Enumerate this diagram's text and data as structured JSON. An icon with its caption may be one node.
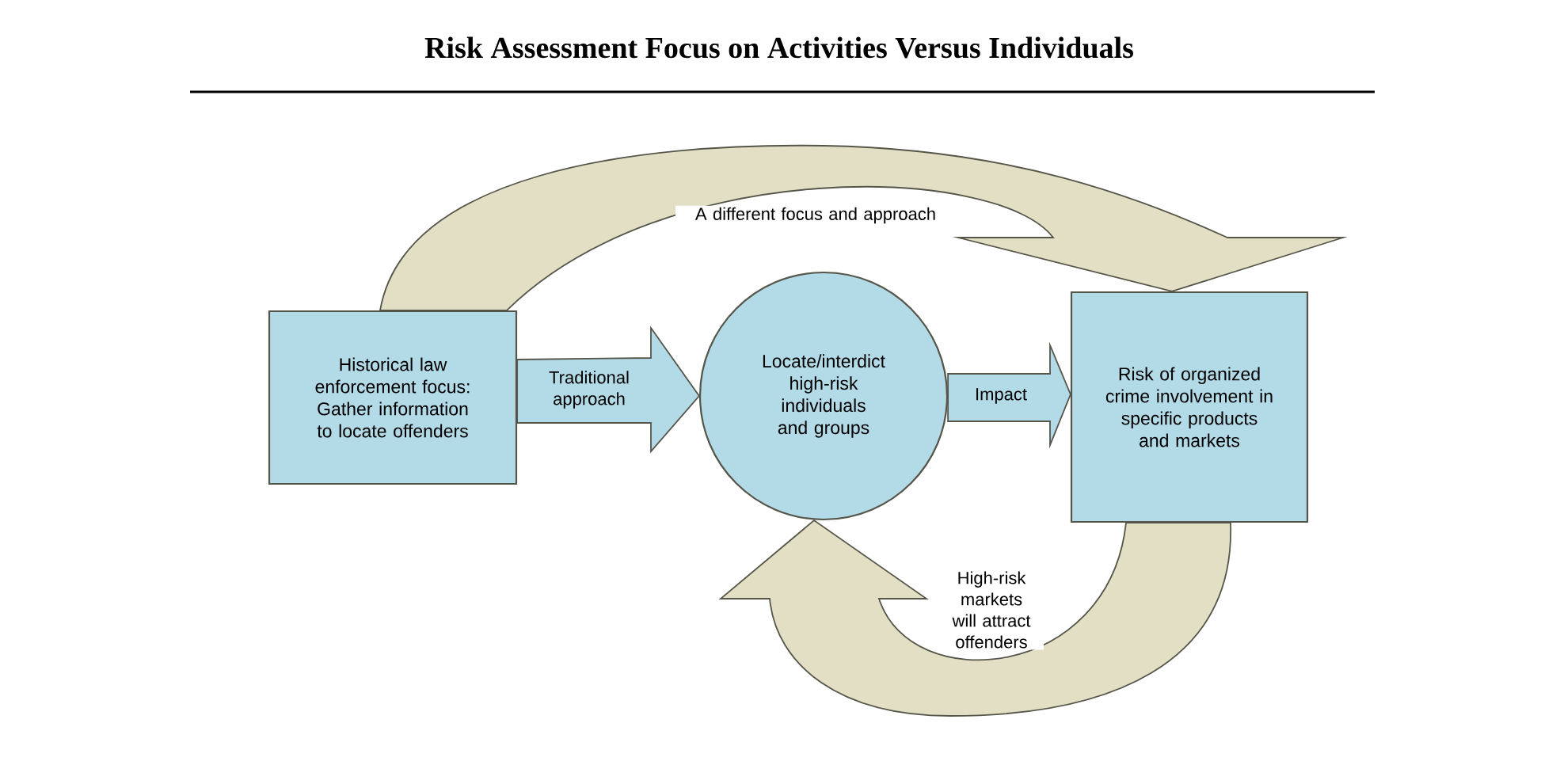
{
  "diagram": {
    "title": "Risk Assessment Focus on Activities Versus Individuals",
    "nodes": [
      {
        "text": [
          "Historical law enforcement focus: Gather information to locate offenders"
        ]
      },
      {
        "text": [
          "Locate/interdict high-risk individuals and groups"
        ]
      },
      {
        "text": [
          "Risk of organized crime involvement in specific products and markets"
        ]
      }
    ],
    "edges": [
      {
        "from": 0,
        "to": 1,
        "arrow": "to",
        "label": "Traditional approach"
      },
      {
        "from": 1,
        "to": 2,
        "arrow": "to",
        "label": "Impact"
      },
      {
        "from": 0,
        "to": 2,
        "arrow": "to",
        "label": "A different focus and approach"
      },
      {
        "from": 2,
        "to": 1,
        "arrow": "to",
        "label": "High-risk markets will attract offenders"
      }
    ]
  }
}
